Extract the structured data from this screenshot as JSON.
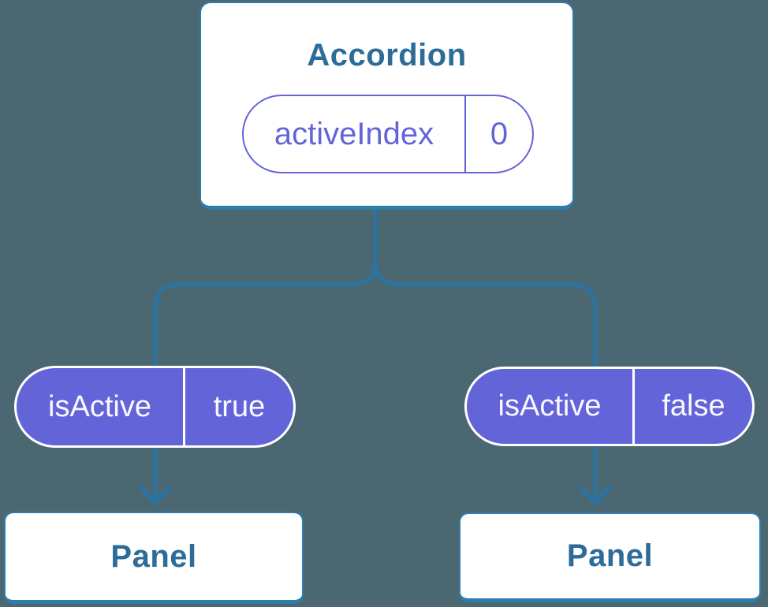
{
  "colors": {
    "background": "#4b6772",
    "box_border": "#2f7dab",
    "box_text": "#2d6c98",
    "connector": "#2a73a3",
    "purple": "#6464d9",
    "pill_text_on_purple": "#f8f8ff"
  },
  "root_node": {
    "title": "Accordion",
    "state": {
      "name": "activeIndex",
      "value": "0"
    }
  },
  "children": [
    {
      "prop": {
        "name": "isActive",
        "value": "true"
      },
      "node": {
        "title": "Panel"
      }
    },
    {
      "prop": {
        "name": "isActive",
        "value": "false"
      },
      "node": {
        "title": "Panel"
      }
    }
  ]
}
